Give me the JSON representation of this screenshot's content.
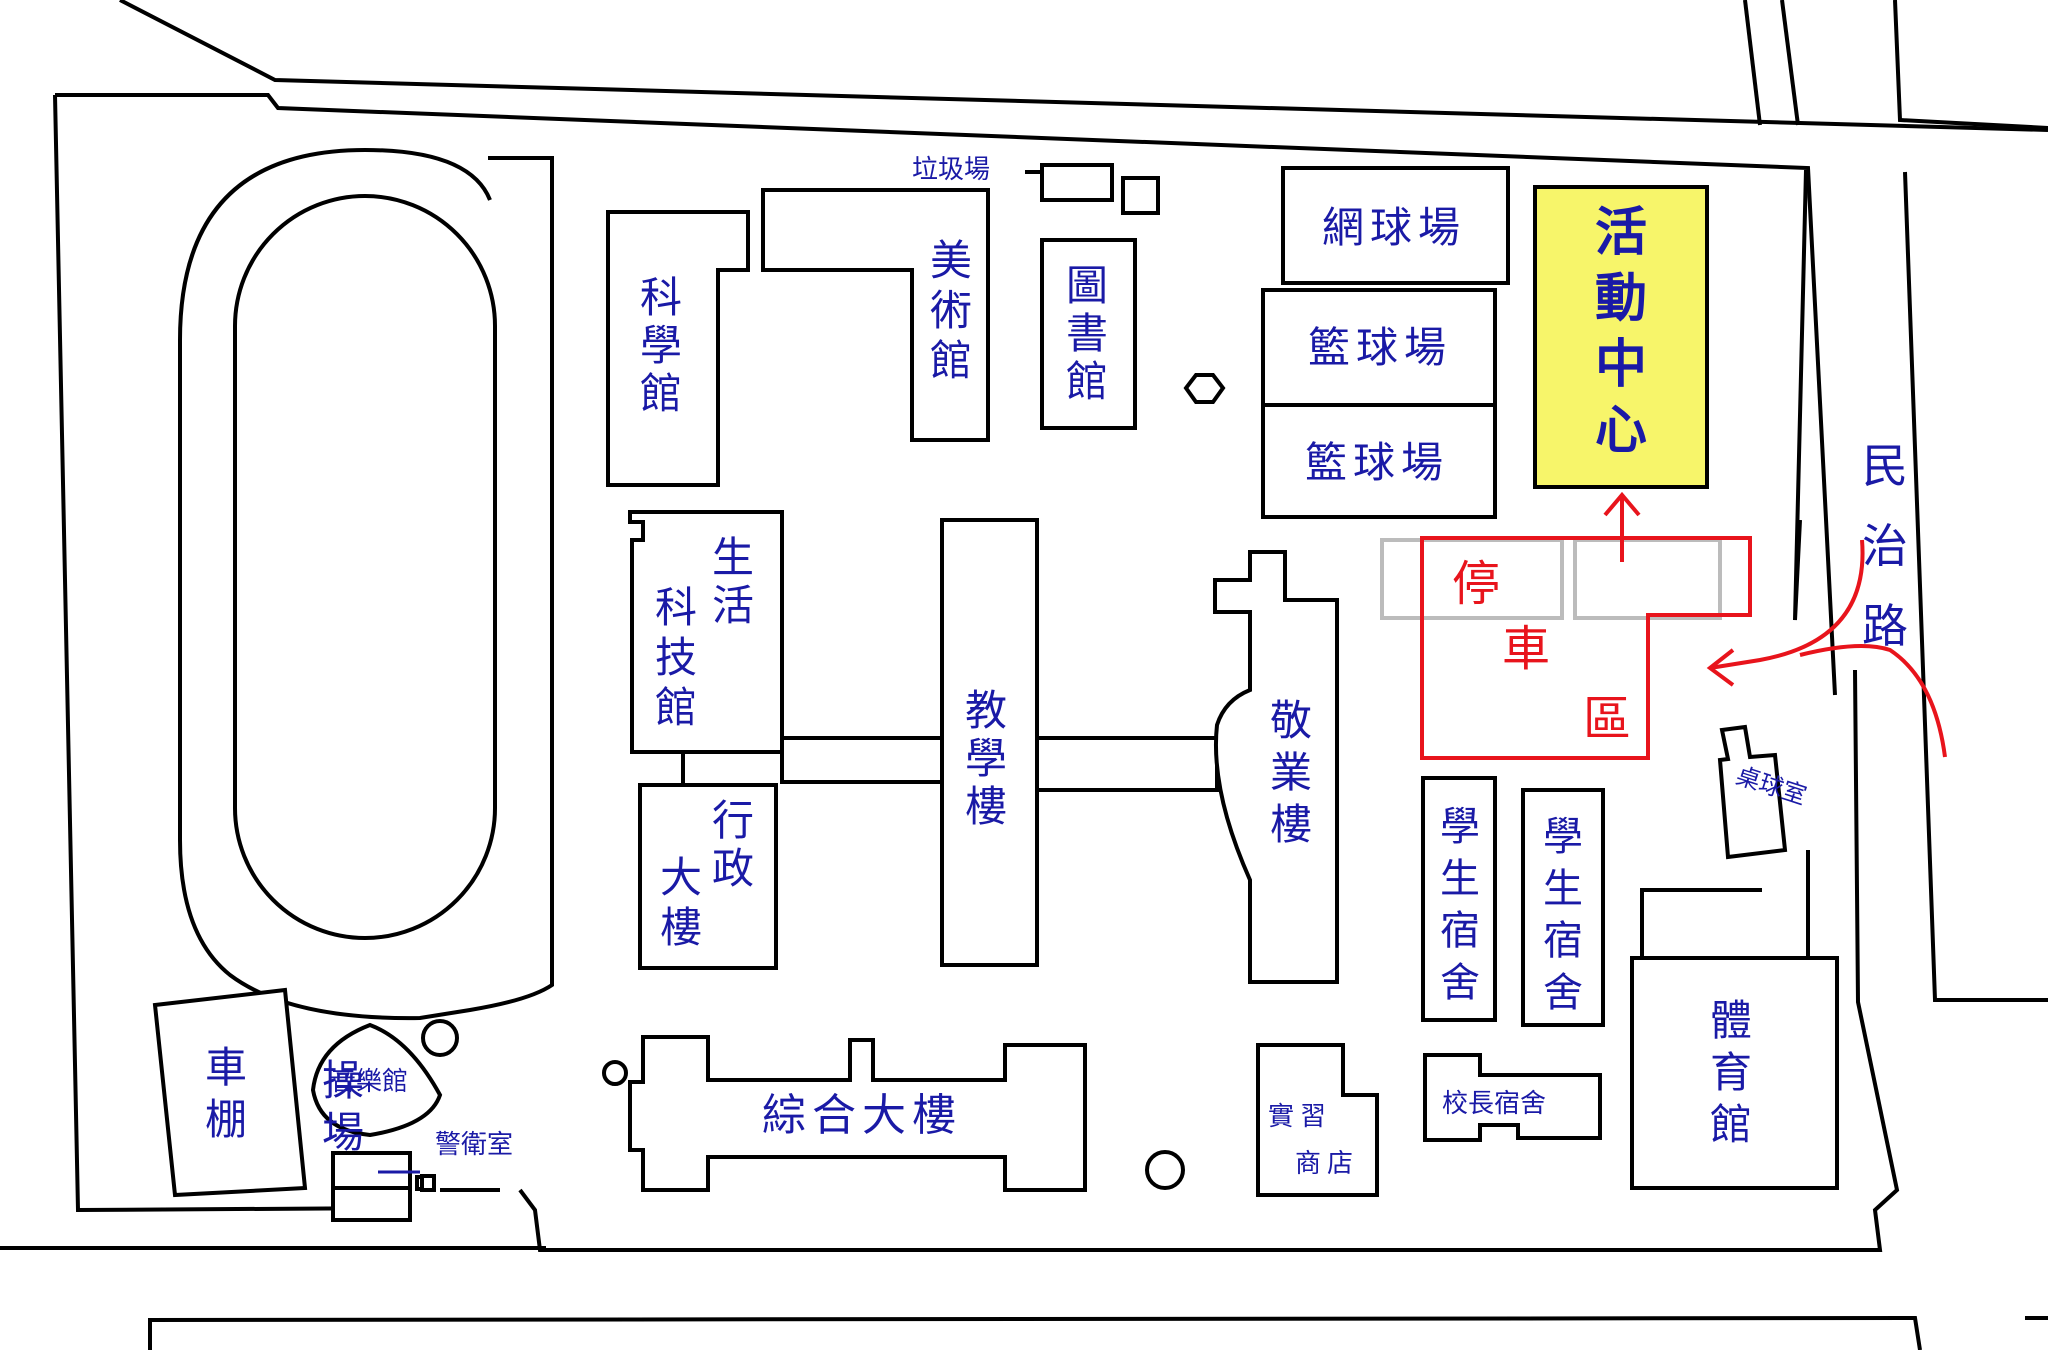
{
  "colors": {
    "label_blue": "#1a1aa6",
    "highlight_fill": "#f7f56a",
    "parking_red": "#e8141c",
    "parking_grey": "#bcbcbc"
  },
  "labels": {
    "playground": "操場",
    "science_hall": "科學館",
    "art_hall": "美術館",
    "library": "圖書館",
    "trash_area": "垃圾場",
    "tennis_court": "網球場",
    "basketball_court_1": "籃球場",
    "basketball_court_2": "籃球場",
    "activity_center": "活動中心",
    "life_tech_hall": "生活科技館",
    "teaching_building": "教學樓",
    "jingye_building": "敬業樓",
    "admin_building": "行政大樓",
    "dorm_1": "學生宿舍",
    "dorm_2": "學生宿舍",
    "table_tennis_room": "桌球室",
    "gymnasium": "體育館",
    "bike_shed": "車棚",
    "music_hall": "音樂館",
    "guard_room": "警衛室",
    "complex_building": "綜合大樓",
    "practice_store": "實習商店",
    "principal_dorm": "校長宿舍",
    "parking_area": "停車區",
    "road": "民治路"
  }
}
